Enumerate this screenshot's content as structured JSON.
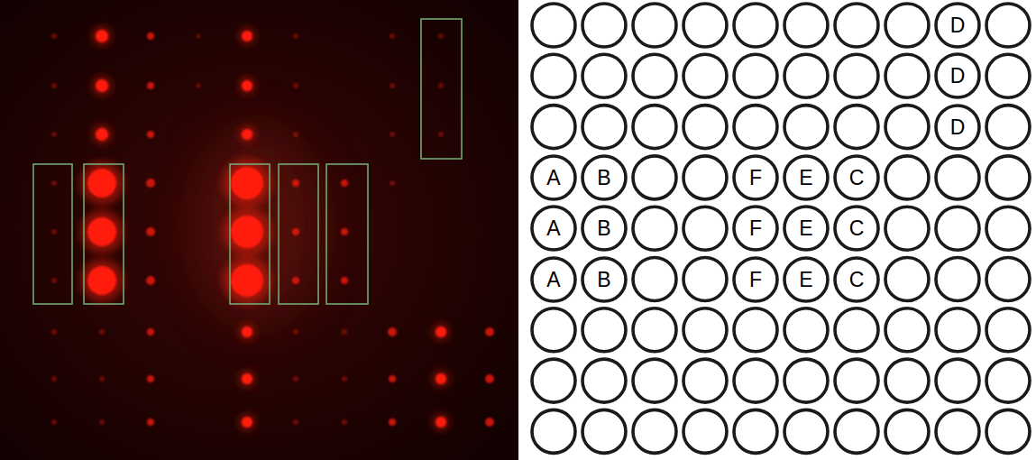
{
  "diagram": {
    "nodes": [
      {
        "text": [
          "D"
        ]
      },
      {
        "text": [
          "D"
        ]
      },
      {
        "text": [
          "D"
        ]
      },
      {
        "text": [
          "A"
        ]
      },
      {
        "text": [
          "B"
        ]
      },
      {
        "text": [
          "F"
        ]
      },
      {
        "text": [
          "E"
        ]
      },
      {
        "text": [
          "C"
        ]
      },
      {
        "text": [
          "A"
        ]
      },
      {
        "text": [
          "B"
        ]
      },
      {
        "text": [
          "F"
        ]
      },
      {
        "text": [
          "E"
        ]
      },
      {
        "text": [
          "C"
        ]
      },
      {
        "text": [
          "A"
        ]
      },
      {
        "text": [
          "B"
        ]
      },
      {
        "text": [
          "F"
        ]
      },
      {
        "text": [
          "E"
        ]
      },
      {
        "text": [
          "C"
        ]
      }
    ]
  }
}
